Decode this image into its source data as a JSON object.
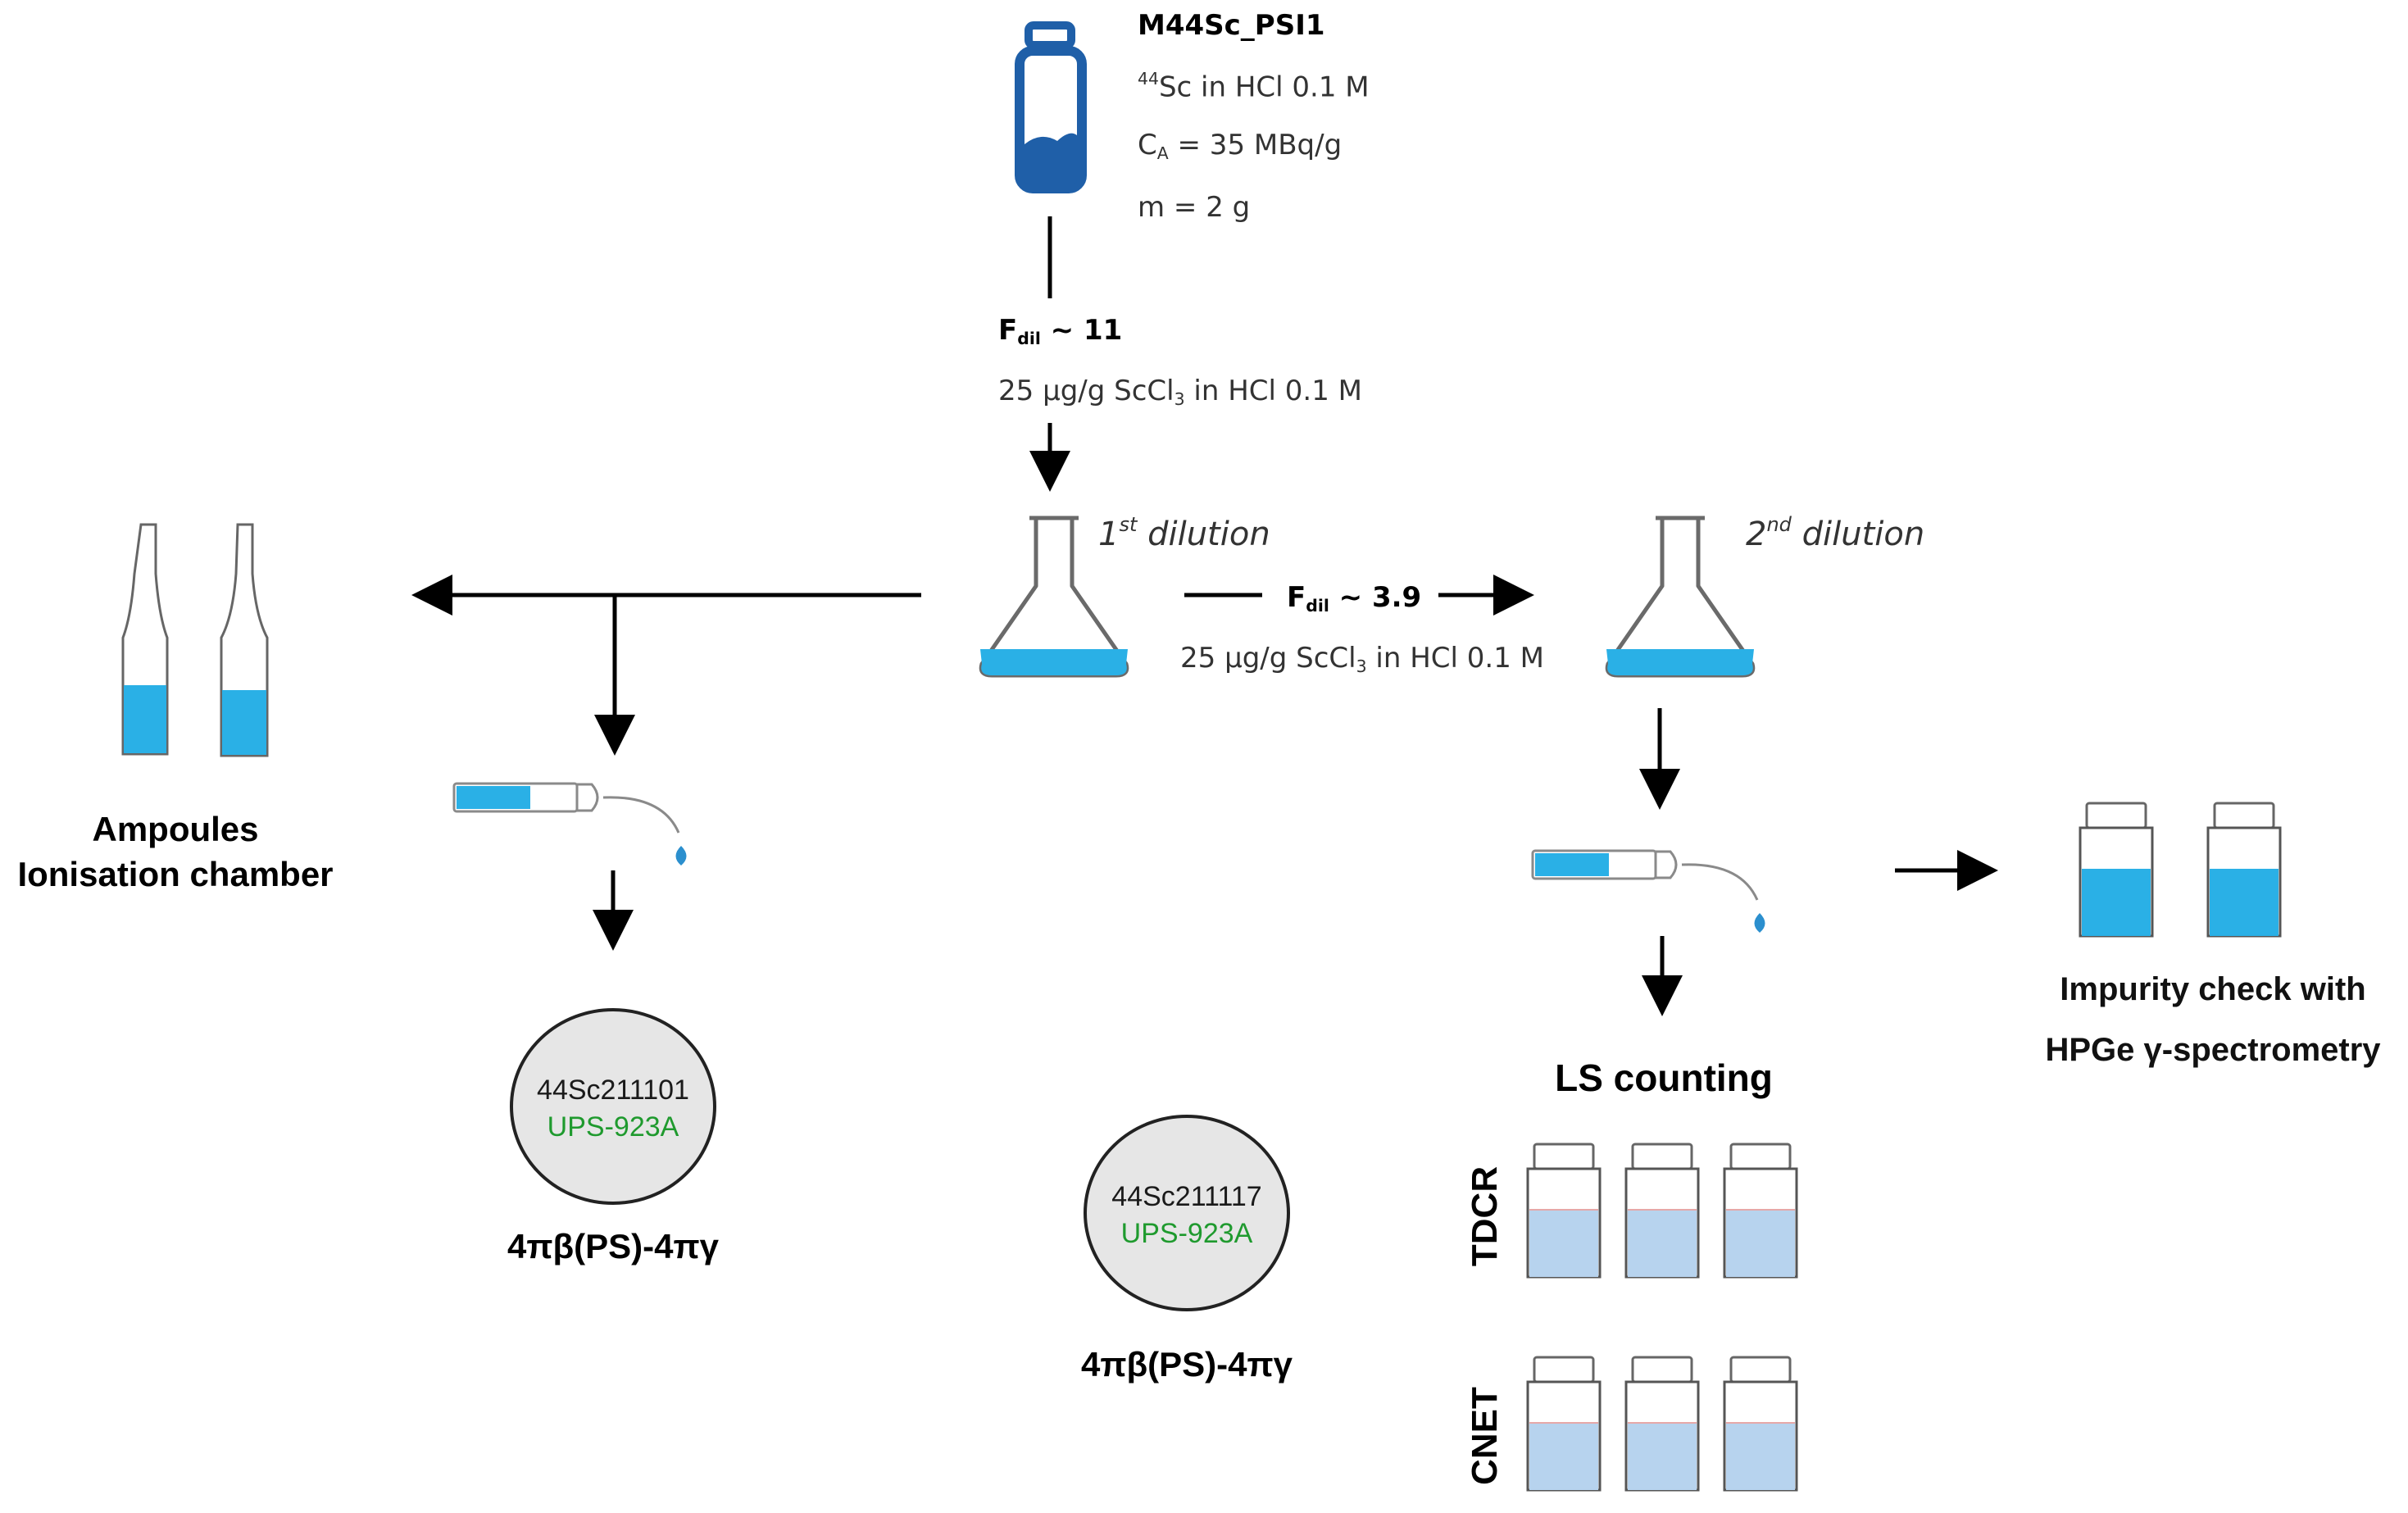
{
  "stock": {
    "name": "M44Sc_PSI1",
    "nuclide_mass_number": "44",
    "nuclide_text": "Sc in HCl 0.1 M",
    "activity_symbol": "C",
    "activity_subscript": "A",
    "activity_value": " = 35 MBq/g",
    "mass_text": "m = 2 g"
  },
  "first_dilution": {
    "factor_symbol": "F",
    "factor_subscript": "dil",
    "factor_value": " ~ 11",
    "carrier_text": "25 μg/g ScCl",
    "carrier_subscript": "3",
    "carrier_suffix": " in HCl 0.1 M",
    "label_prefix": "1",
    "label_sup": "st",
    "label_suffix": " dilution"
  },
  "second_dilution": {
    "factor_symbol": "F",
    "factor_subscript": "dil",
    "factor_value": " ~ 3.9",
    "carrier_text": "25 μg/g ScCl",
    "carrier_subscript": "3",
    "carrier_suffix": " in HCl 0.1 M",
    "label_prefix": "2",
    "label_sup": "nd",
    "label_suffix": " dilution"
  },
  "ampoules": {
    "line1": "Ampoules",
    "line2": "Ionisation chamber"
  },
  "source_1": {
    "id": "44Sc211101",
    "ref": "UPS-923A",
    "method": "4πβ(PS)-4πγ"
  },
  "source_2": {
    "id": "44Sc211117",
    "ref": "UPS-923A",
    "method": "4πβ(PS)-4πγ"
  },
  "ls_counting": {
    "title": "LS counting",
    "tdcr": "TDCR",
    "cnet": "CNET"
  },
  "impurity": {
    "line1": "Impurity check with",
    "line2": "HPGe γ-spectrometry"
  },
  "colors": {
    "stock_blue": "#1f5fa8",
    "solution_blue": "#2ab0e6",
    "vial_fill_light": "#b7d3ee",
    "green_ref": "#1f9a2e",
    "ellipse_fill": "#e6e6e6"
  }
}
